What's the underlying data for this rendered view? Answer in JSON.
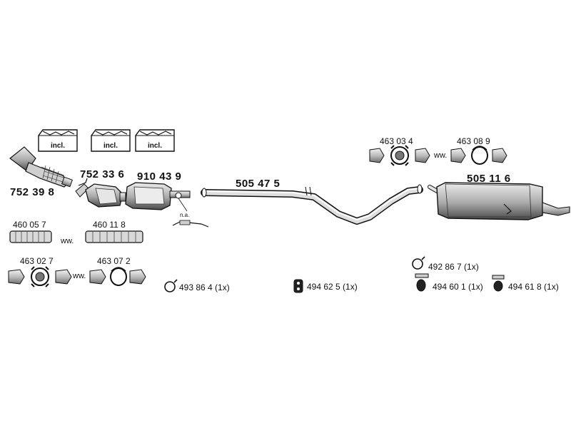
{
  "parts": {
    "p752398": "752 39 8",
    "p752336": "752 33 6",
    "p910439": "910 43 9",
    "p505475": "505 47 5",
    "p505116": "505 11 6",
    "p460057": "460 05 7",
    "p460118": "460 11 8",
    "p463027": "463 02 7",
    "p463072": "463 07 2",
    "p463034": "463 03 4",
    "p463089": "463 08 9",
    "p493864": "493 86 4 (1x)",
    "p494625": "494 62 5 (1x)",
    "p492867": "492 86 7 (1x)",
    "p494601": "494 60 1 (1x)",
    "p494618": "494 61 8 (1x)"
  },
  "labels": {
    "incl": "incl.",
    "ww": "ww.",
    "na": "n.a."
  },
  "colors": {
    "ink": "#111111",
    "part_fill": "#d4d4d4",
    "part_dark": "#6a6a6a"
  }
}
